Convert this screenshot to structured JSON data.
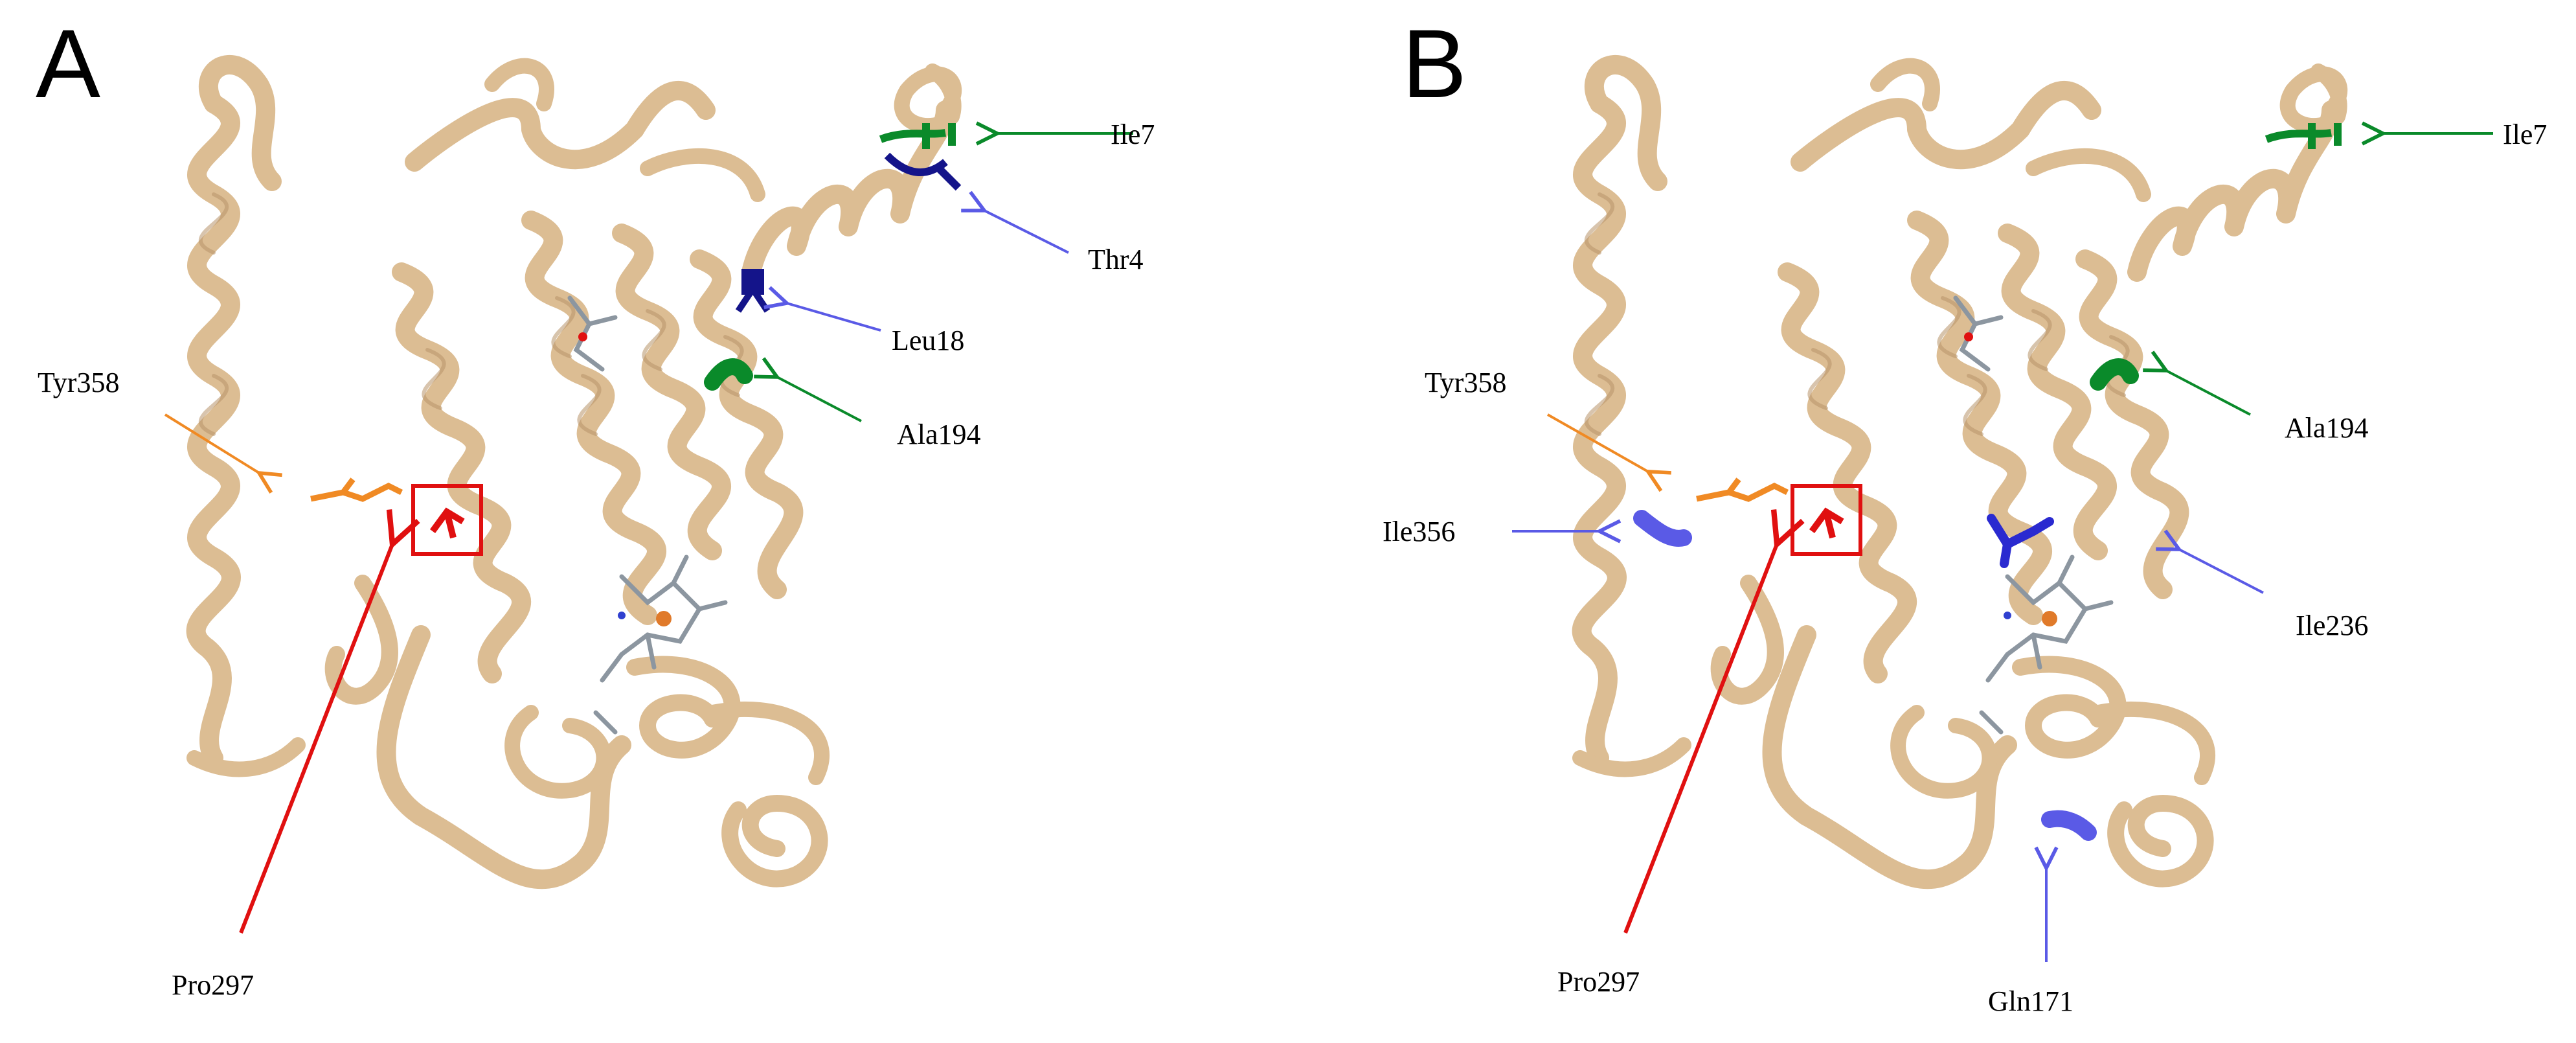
{
  "panels": [
    {
      "letter": "A",
      "labels": {
        "ile7": "Ile7",
        "thr4": "Thr4",
        "leu18": "Leu18",
        "ala194": "Ala194",
        "tyr358": "Tyr358",
        "pro297": "Pro297"
      }
    },
    {
      "letter": "B",
      "labels": {
        "ile7": "Ile7",
        "ala194": "Ala194",
        "tyr358": "Tyr358",
        "ile356": "Ile356",
        "ile236": "Ile236",
        "pro297": "Pro297",
        "gln171": "Gln171"
      }
    }
  ],
  "colors": {
    "ribbon": "#dcbd93",
    "ribbon_shade": "#b8946a",
    "green": "#0a8a2a",
    "blue": "#5a5ae6",
    "navy": "#14148a",
    "orange": "#f08a24",
    "red": "#e01010",
    "stick": "#8c96a0"
  }
}
